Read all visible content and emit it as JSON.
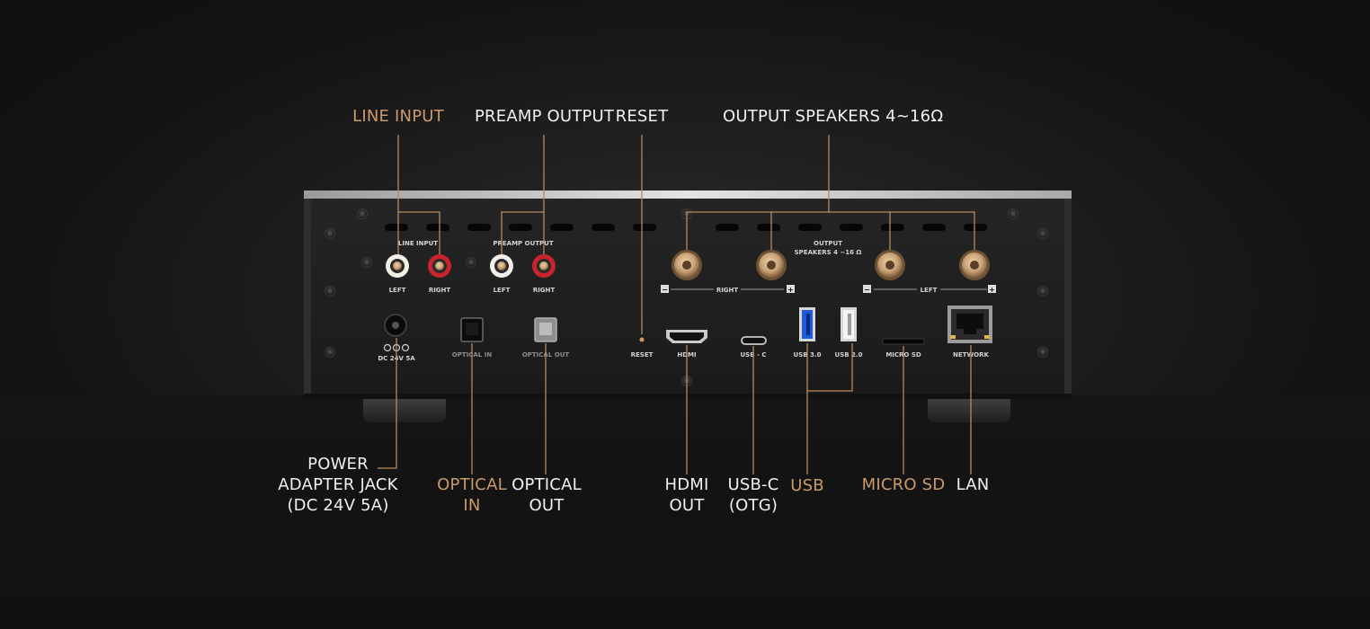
{
  "callouts": {
    "line_input": "LINE INPUT",
    "preamp_output": "PREAMP OUTPUT",
    "reset": "RESET",
    "output_speakers": "OUTPUT SPEAKERS 4~16Ω",
    "power": "POWER\nADAPTER JACK\n(DC 24V 5A)",
    "optical_in": "OPTICAL\nIN",
    "optical_out": "OPTICAL\nOUT",
    "hdmi_out": "HDMI\nOUT",
    "usbc_otg": "USB-C\n(OTG)",
    "usb": "USB",
    "micro_sd": "MICRO SD",
    "lan": "LAN"
  },
  "panel_labels": {
    "line_input": "LINE INPUT",
    "preamp_output": "PREAMP OUTPUT",
    "output_speakers_1": "OUTPUT",
    "output_speakers_2": "SPEAKERS 4 ~16 Ω",
    "left": "LEFT",
    "right": "RIGHT",
    "minus": "−",
    "plus": "+",
    "dc": "DC 24V 5A",
    "optical_in": "OPTICAL IN",
    "optical_out": "OPTICAL OUT",
    "reset": "RESET",
    "hdmi": "HDMI",
    "usb_c": "USB - C",
    "usb_3": "USB 3.0",
    "usb_2": "USB 2.0",
    "micro_sd": "MICRO SD",
    "network": "NETWORK"
  },
  "colors": {
    "accent_gold": "#c99a6a",
    "text_white": "#f0f0f0",
    "leader_line": "#b58a5e",
    "panel": "#1c1c1c",
    "rca_white_ring": "#f2efe8",
    "rca_red_ring": "#c8242c",
    "binding_post": "#c9a277"
  }
}
